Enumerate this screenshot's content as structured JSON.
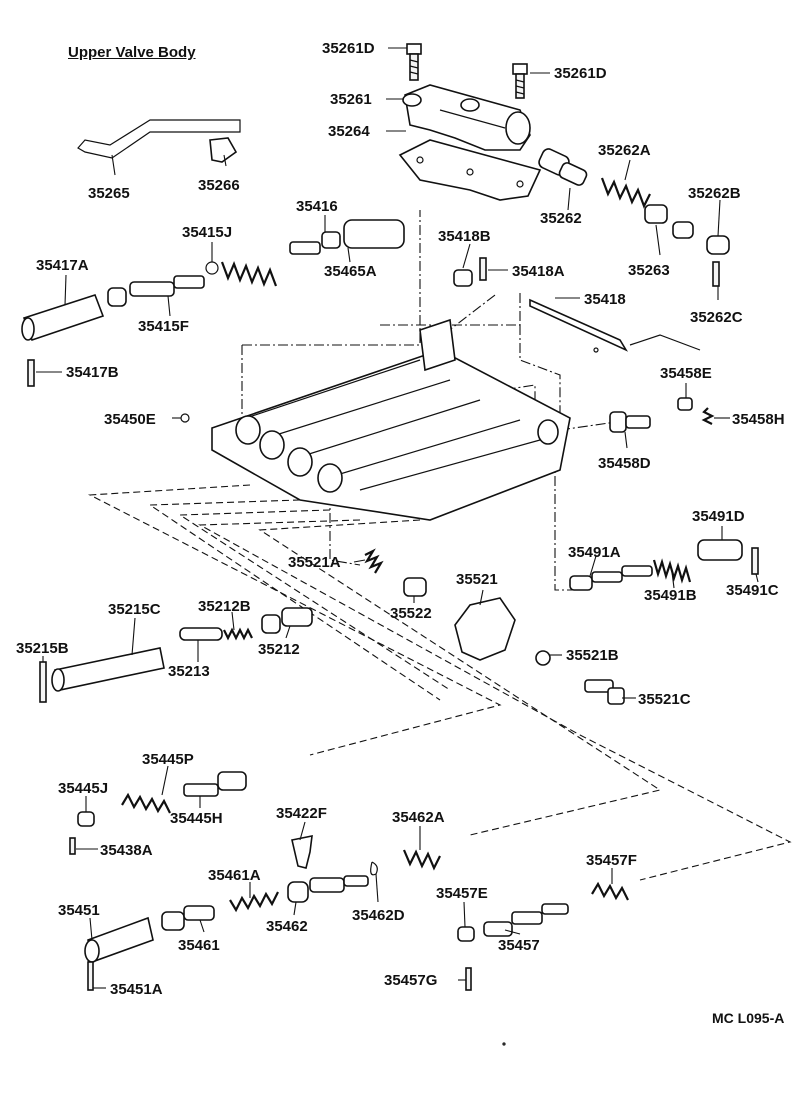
{
  "diagram": {
    "title": "Upper Valve Body",
    "footer_code": "MC  L095-A"
  },
  "parts": [
    {
      "id": "p1",
      "label": "35261D"
    },
    {
      "id": "p2",
      "label": "35261D"
    },
    {
      "id": "p3",
      "label": "35261"
    },
    {
      "id": "p4",
      "label": "35264"
    },
    {
      "id": "p5",
      "label": "35262A"
    },
    {
      "id": "p6",
      "label": "35262B"
    },
    {
      "id": "p7",
      "label": "35262"
    },
    {
      "id": "p8",
      "label": "35263"
    },
    {
      "id": "p9",
      "label": "35262C"
    },
    {
      "id": "p10",
      "label": "35265"
    },
    {
      "id": "p11",
      "label": "35266"
    },
    {
      "id": "p12",
      "label": "35416"
    },
    {
      "id": "p13",
      "label": "35415J"
    },
    {
      "id": "p14",
      "label": "35465A"
    },
    {
      "id": "p15",
      "label": "35417A"
    },
    {
      "id": "p16",
      "label": "35415F"
    },
    {
      "id": "p17",
      "label": "35418B"
    },
    {
      "id": "p18",
      "label": "35418A"
    },
    {
      "id": "p19",
      "label": "35418"
    },
    {
      "id": "p20",
      "label": "35417B"
    },
    {
      "id": "p21",
      "label": "35458E"
    },
    {
      "id": "p22",
      "label": "35450E"
    },
    {
      "id": "p23",
      "label": "35458H"
    },
    {
      "id": "p24",
      "label": "35458D"
    },
    {
      "id": "p25",
      "label": "35491D"
    },
    {
      "id": "p26",
      "label": "35491A"
    },
    {
      "id": "p27",
      "label": "35521A"
    },
    {
      "id": "p28",
      "label": "35521"
    },
    {
      "id": "p29",
      "label": "35491B"
    },
    {
      "id": "p30",
      "label": "35491C"
    },
    {
      "id": "p31",
      "label": "35522"
    },
    {
      "id": "p32",
      "label": "35215C"
    },
    {
      "id": "p33",
      "label": "35212B"
    },
    {
      "id": "p34",
      "label": "35215B"
    },
    {
      "id": "p35",
      "label": "35213"
    },
    {
      "id": "p36",
      "label": "35212"
    },
    {
      "id": "p37",
      "label": "35521B"
    },
    {
      "id": "p38",
      "label": "35521C"
    },
    {
      "id": "p39",
      "label": "35445P"
    },
    {
      "id": "p40",
      "label": "35445J"
    },
    {
      "id": "p41",
      "label": "35445H"
    },
    {
      "id": "p42",
      "label": "35422F"
    },
    {
      "id": "p43",
      "label": "35438A"
    },
    {
      "id": "p44",
      "label": "35462A"
    },
    {
      "id": "p45",
      "label": "35461A"
    },
    {
      "id": "p46",
      "label": "35457F"
    },
    {
      "id": "p47",
      "label": "35451"
    },
    {
      "id": "p48",
      "label": "35461"
    },
    {
      "id": "p49",
      "label": "35462"
    },
    {
      "id": "p50",
      "label": "35462D"
    },
    {
      "id": "p51",
      "label": "35457E"
    },
    {
      "id": "p52",
      "label": "35457"
    },
    {
      "id": "p53",
      "label": "35457G"
    },
    {
      "id": "p54",
      "label": "35451A"
    }
  ]
}
